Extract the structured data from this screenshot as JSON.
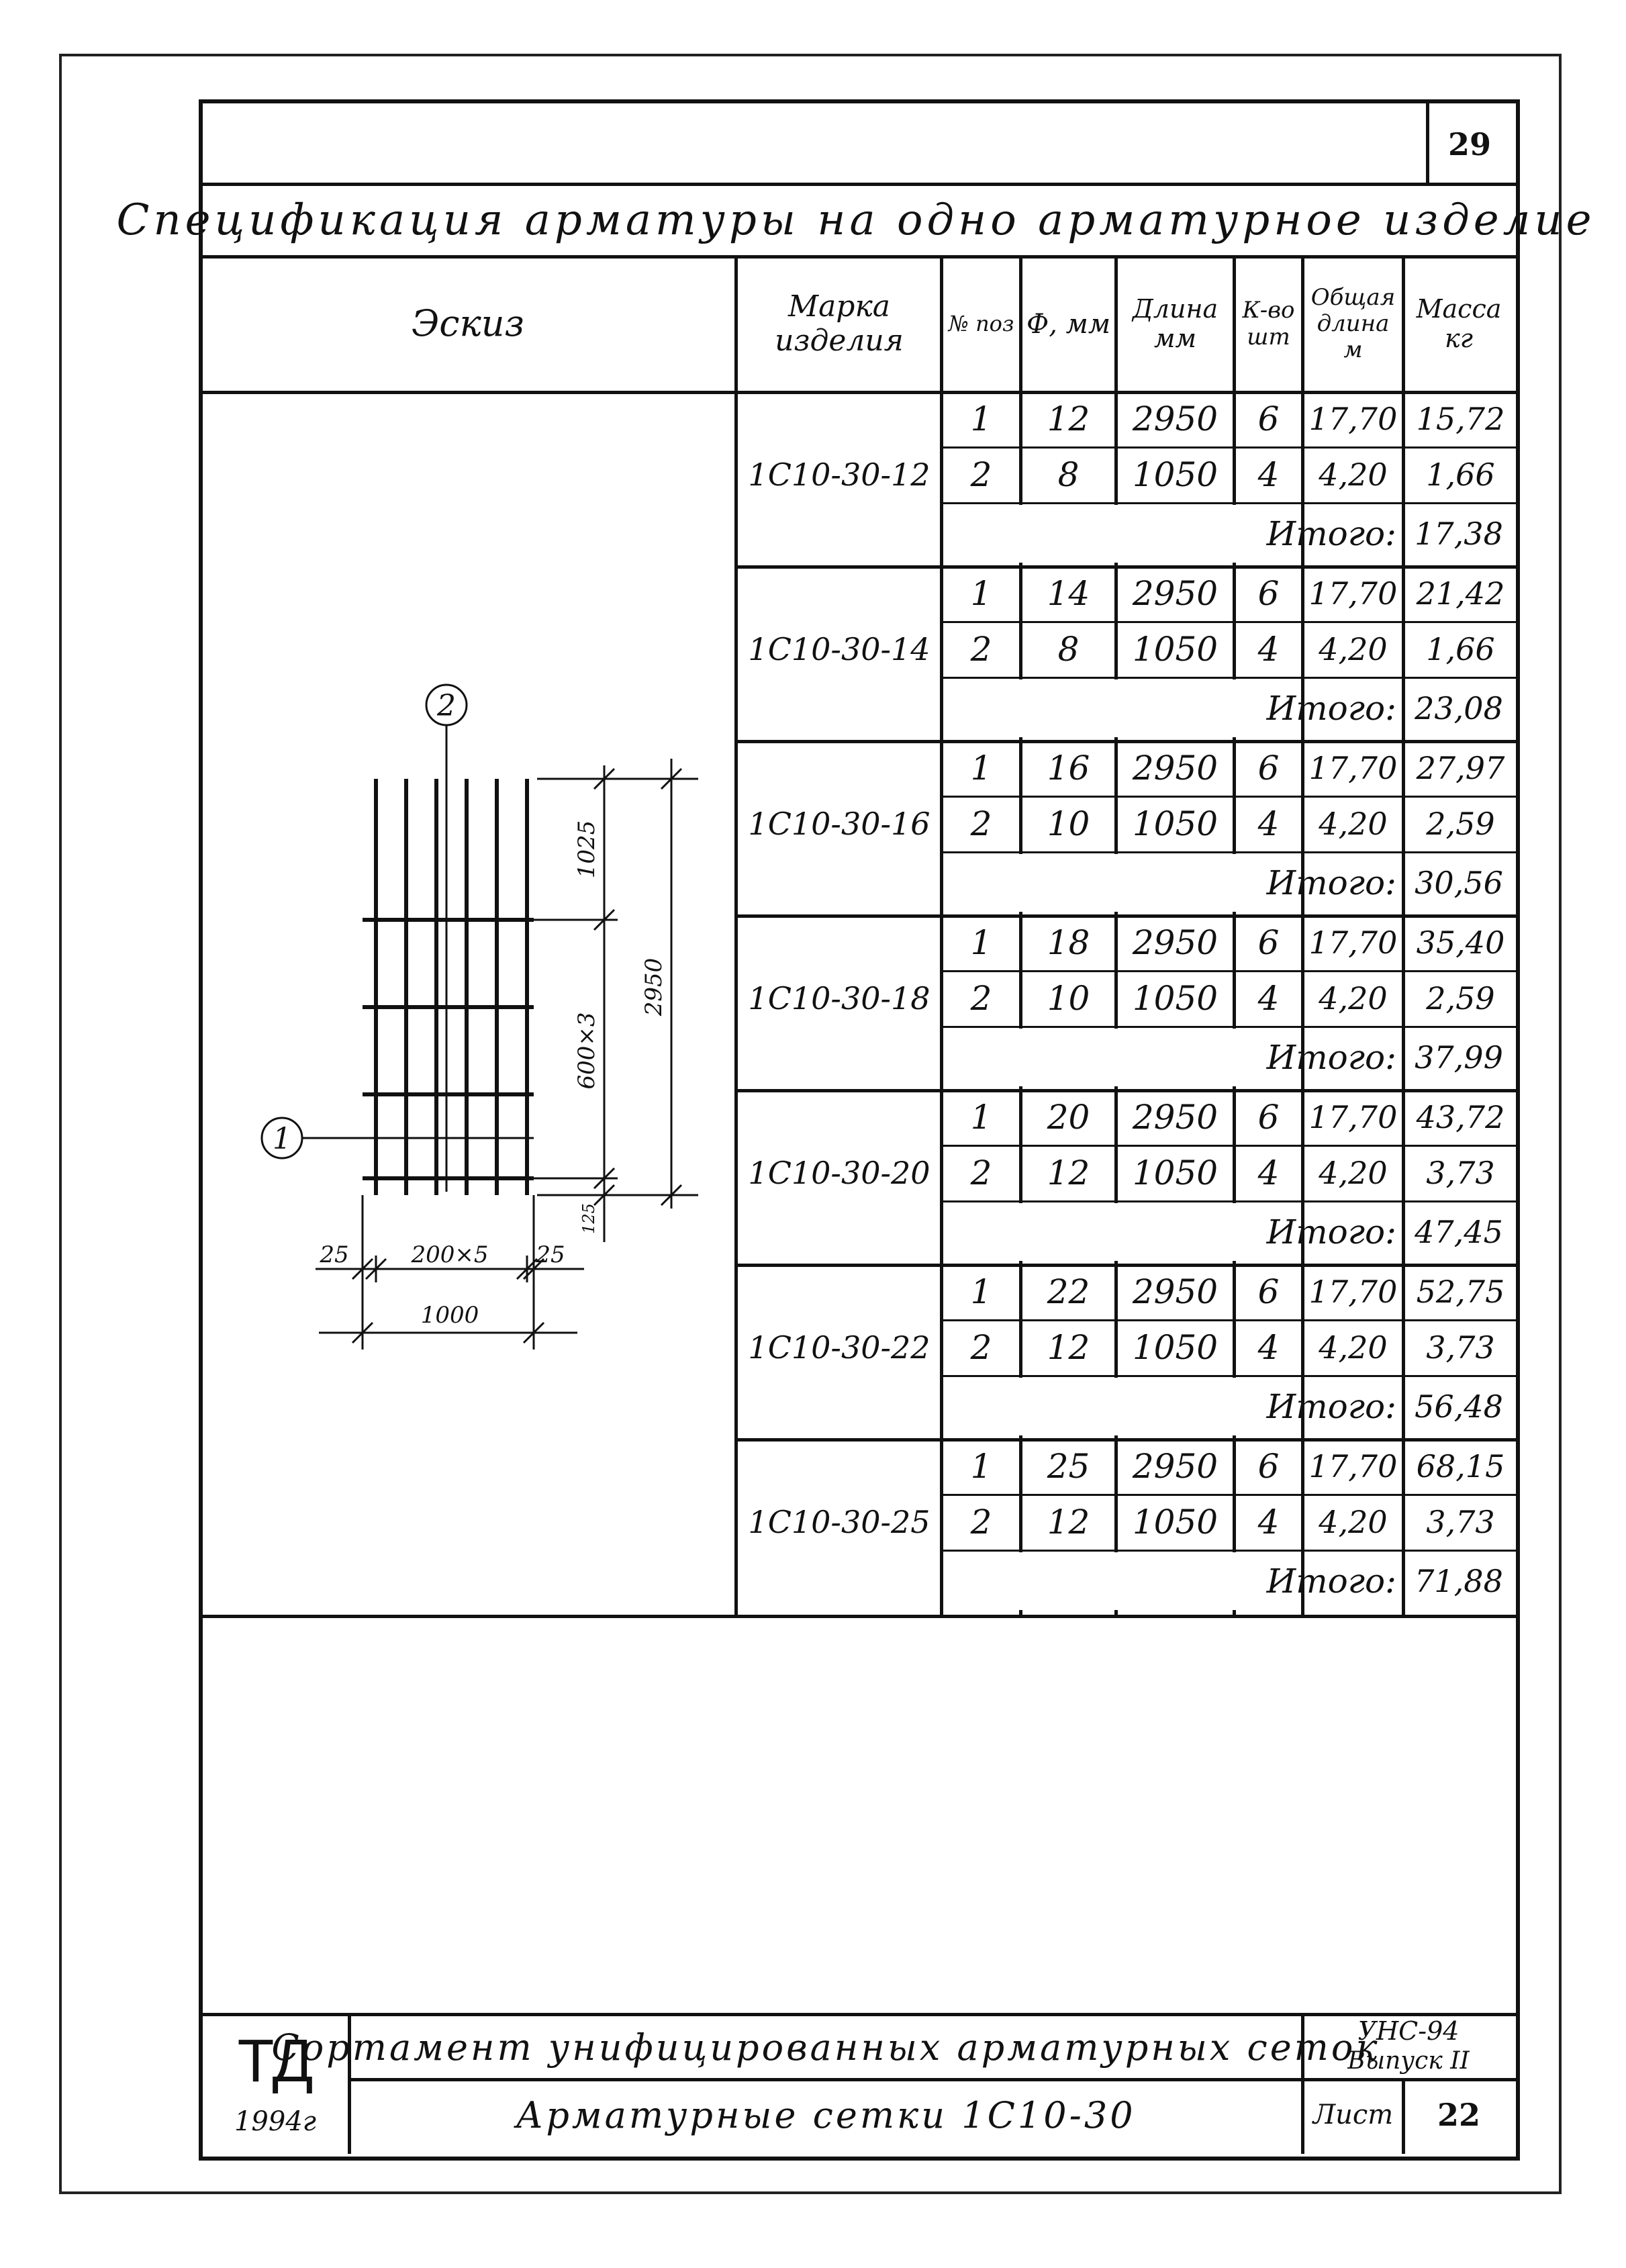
{
  "page_number": "29",
  "title": "Спецификация арматуры на одно арматурное изделие",
  "table": {
    "headers": {
      "sketch": "Эскиз",
      "mark": "Марка изделия",
      "pos": "№ поз",
      "diam": "Ф, мм",
      "length": "Длина мм",
      "qty": "К-во шт",
      "total_length": "Общая длина м",
      "mass": "Масса кг"
    },
    "total_label": "Итого:",
    "groups": [
      {
        "mark": "1С10-30-12",
        "rows": [
          [
            "1",
            "12",
            "2950",
            "6",
            "17,70",
            "15,72"
          ],
          [
            "2",
            "8",
            "1050",
            "4",
            "4,20",
            "1,66"
          ]
        ],
        "total": "17,38"
      },
      {
        "mark": "1С10-30-14",
        "rows": [
          [
            "1",
            "14",
            "2950",
            "6",
            "17,70",
            "21,42"
          ],
          [
            "2",
            "8",
            "1050",
            "4",
            "4,20",
            "1,66"
          ]
        ],
        "total": "23,08"
      },
      {
        "mark": "1С10-30-16",
        "rows": [
          [
            "1",
            "16",
            "2950",
            "6",
            "17,70",
            "27,97"
          ],
          [
            "2",
            "10",
            "1050",
            "4",
            "4,20",
            "2,59"
          ]
        ],
        "total": "30,56"
      },
      {
        "mark": "1С10-30-18",
        "rows": [
          [
            "1",
            "18",
            "2950",
            "6",
            "17,70",
            "35,40"
          ],
          [
            "2",
            "10",
            "1050",
            "4",
            "4,20",
            "2,59"
          ]
        ],
        "total": "37,99"
      },
      {
        "mark": "1С10-30-20",
        "rows": [
          [
            "1",
            "20",
            "2950",
            "6",
            "17,70",
            "43,72"
          ],
          [
            "2",
            "12",
            "1050",
            "4",
            "4,20",
            "3,73"
          ]
        ],
        "total": "47,45"
      },
      {
        "mark": "1С10-30-22",
        "rows": [
          [
            "1",
            "22",
            "2950",
            "6",
            "17,70",
            "52,75"
          ],
          [
            "2",
            "12",
            "1050",
            "4",
            "4,20",
            "3,73"
          ]
        ],
        "total": "56,48"
      },
      {
        "mark": "1С10-30-25",
        "rows": [
          [
            "1",
            "25",
            "2950",
            "6",
            "17,70",
            "68,15"
          ],
          [
            "2",
            "12",
            "1050",
            "4",
            "4,20",
            "3,73"
          ]
        ],
        "total": "71,88"
      }
    ]
  },
  "sketch": {
    "callout_1": "1",
    "callout_2": "2",
    "dim_top": "1025",
    "dim_mid": "600×3",
    "dim_total": "2950",
    "dim_bottom": "125",
    "dim_left": "25",
    "dim_span": "200×5",
    "dim_right": "25",
    "dim_width": "1000"
  },
  "title_block": {
    "logo": "ТД",
    "year": "1994г",
    "line1": "Сортамент унифицированных арматурных сеток",
    "line2": "Арматурные сетки 1С10-30",
    "doc_code": "УНС-94",
    "issue": "Выпуск II",
    "sheet_label": "Лист",
    "sheet_number": "22"
  }
}
